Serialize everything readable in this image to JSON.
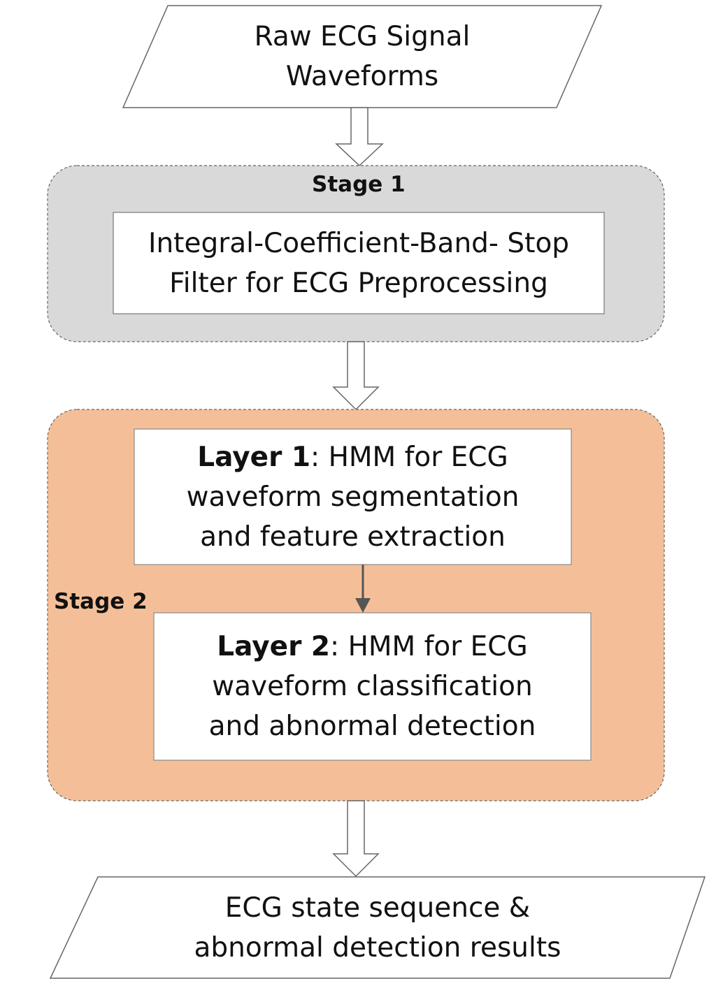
{
  "input": {
    "lines": [
      "Raw ECG Signal",
      "Waveforms"
    ]
  },
  "stage1": {
    "label": "Stage 1",
    "box_lines": [
      "Integral-Coefficient-Band- Stop",
      "Filter for ECG Preprocessing"
    ]
  },
  "stage2": {
    "label": "Stage 2",
    "layer1": {
      "name": "Layer 1",
      "line1_rest": ": HMM for ECG",
      "lines": [
        "waveform segmentation",
        "and feature extraction"
      ]
    },
    "layer2": {
      "name": "Layer 2",
      "line1_rest": ": HMM for ECG",
      "lines": [
        "waveform classification",
        "and abnormal detection"
      ]
    }
  },
  "output": {
    "lines": [
      "ECG state sequence &",
      "abnormal detection results"
    ]
  },
  "colors": {
    "stage1_fill": "#d9d9d9",
    "stage2_fill": "#f4bf98",
    "stroke": "#555555",
    "text": "#111111"
  }
}
